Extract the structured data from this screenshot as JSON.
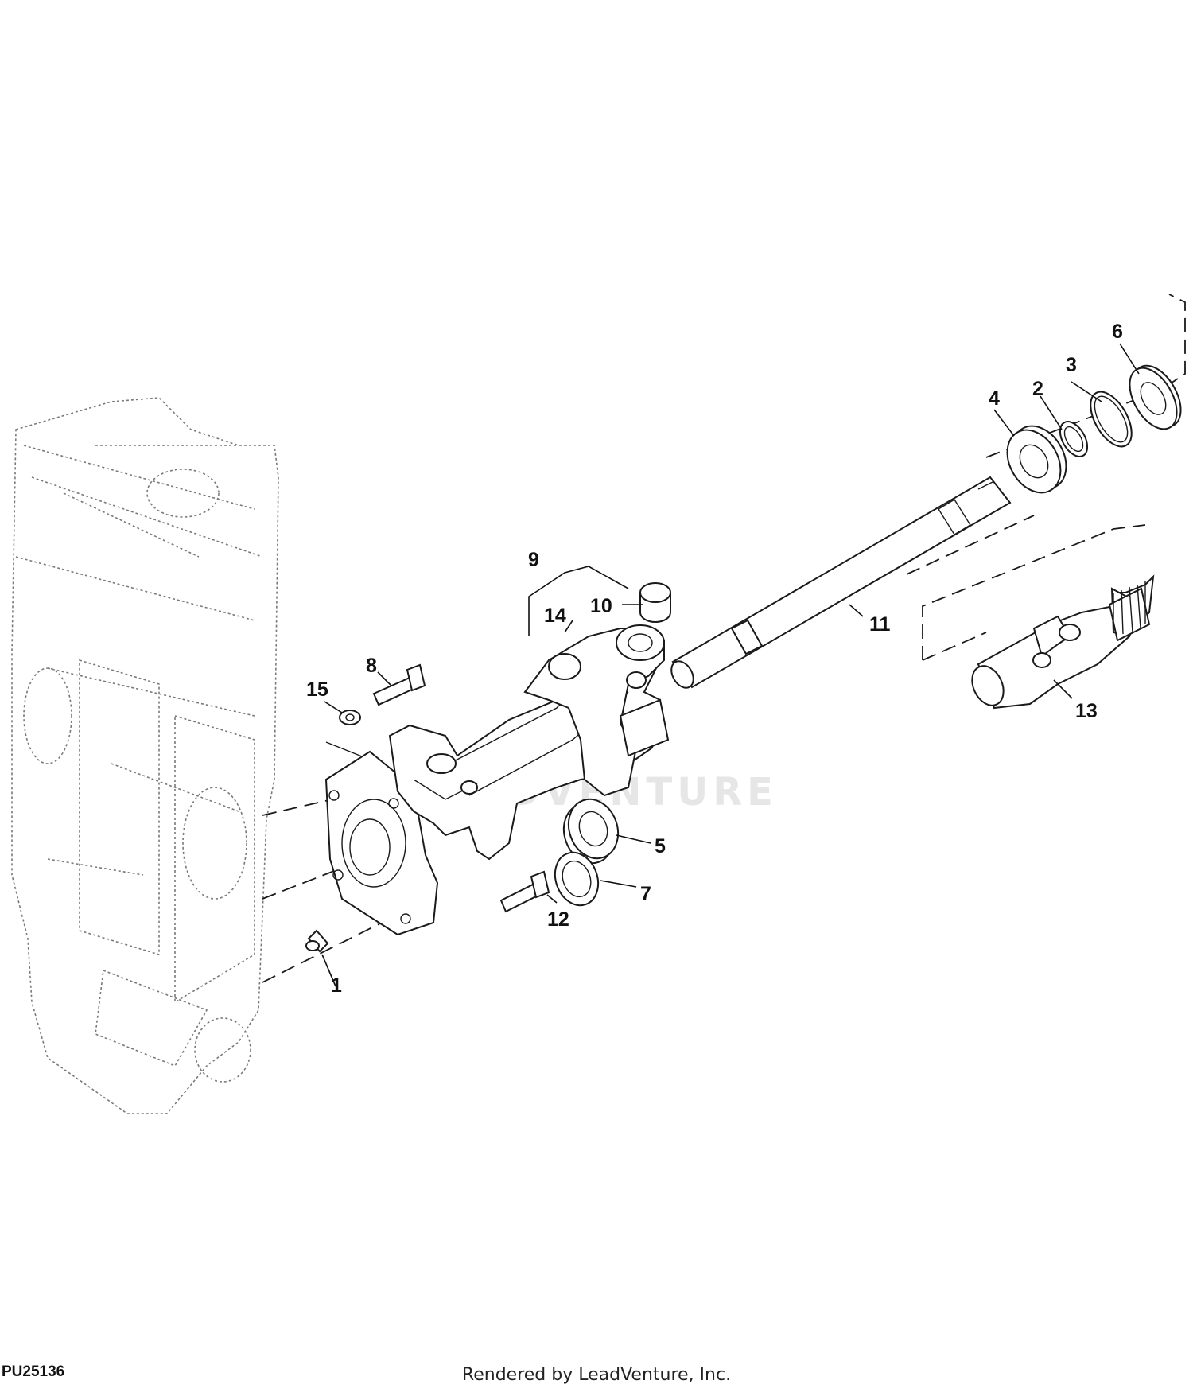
{
  "figure": {
    "id": "PU25136",
    "credit": "Rendered by LeadVenture, Inc.",
    "watermark": "LEADVENTURE"
  },
  "callouts": [
    {
      "num": "1"
    },
    {
      "num": "2"
    },
    {
      "num": "3"
    },
    {
      "num": "4"
    },
    {
      "num": "5"
    },
    {
      "num": "6"
    },
    {
      "num": "7"
    },
    {
      "num": "8"
    },
    {
      "num": "9"
    },
    {
      "num": "10"
    },
    {
      "num": "11"
    },
    {
      "num": "12"
    },
    {
      "num": "13"
    },
    {
      "num": "14"
    },
    {
      "num": "15"
    }
  ],
  "parts": {
    "transmission_housing": "ghost outline",
    "drive_shaft": "shaft",
    "universal_joint": "u-joint"
  }
}
